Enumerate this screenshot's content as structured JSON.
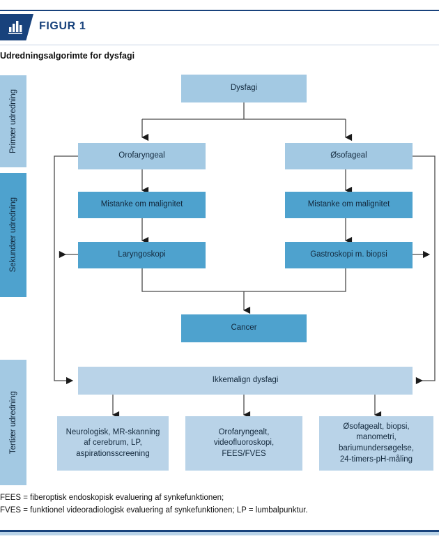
{
  "header": {
    "badge_icon": "bar-chart-icon",
    "figure_label": "FIGUR 1",
    "title": "Udredningsalgorimte for dysfagi"
  },
  "colors": {
    "navy": "#18427c",
    "light_blue": "#a3c9e3",
    "medium_blue": "#4ea2ce",
    "pale_blue": "#b9d3e8",
    "edge": "#4a4a4a",
    "text": "#13293d"
  },
  "phases": [
    {
      "id": "primary",
      "label": "Primær udredning",
      "style": "light"
    },
    {
      "id": "secondary",
      "label": "Sekundær udredning",
      "style": "dark"
    },
    {
      "id": "tertiary",
      "label": "Tertiær udredning",
      "style": "light"
    }
  ],
  "nodes": {
    "dysfagi": {
      "label": "Dysfagi",
      "level": "primary"
    },
    "orofaryngeal": {
      "label": "Orofaryngeal",
      "level": "primary"
    },
    "osofageal": {
      "label": "Øsofageal",
      "level": "primary"
    },
    "malign_left": {
      "label": "Mistanke om malignitet",
      "level": "secondary"
    },
    "malign_right": {
      "label": "Mistanke om malignitet",
      "level": "secondary"
    },
    "laryngoskopi": {
      "label": "Laryngoskopi",
      "level": "secondary"
    },
    "gastroskopi": {
      "label": "Gastroskopi m. biopsi",
      "level": "secondary"
    },
    "cancer": {
      "label": "Cancer",
      "level": "secondary"
    },
    "ikkemalign": {
      "label": "Ikkemalign dysfagi",
      "level": "tertiary"
    },
    "tertiary_left": {
      "lines": [
        "Neurologisk, MR-skanning",
        "af cerebrum, LP,",
        "aspirationsscreening"
      ],
      "level": "tertiary"
    },
    "tertiary_mid": {
      "lines": [
        "Orofaryngealt,",
        "videofluoroskopi,",
        "FEES/FVES"
      ],
      "level": "tertiary"
    },
    "tertiary_right": {
      "lines": [
        "Øsofagealt, biopsi,",
        "manometri,",
        "bariumundersøgelse,",
        "24-timers-pH-måling"
      ],
      "level": "tertiary"
    }
  },
  "footnotes": [
    "FEES = fiberoptisk endoskopisk evaluering af synkefunktionen;",
    "FVES = funktionel videoradiologisk evaluering af synkefunktionen; LP = lumbalpunktur."
  ]
}
